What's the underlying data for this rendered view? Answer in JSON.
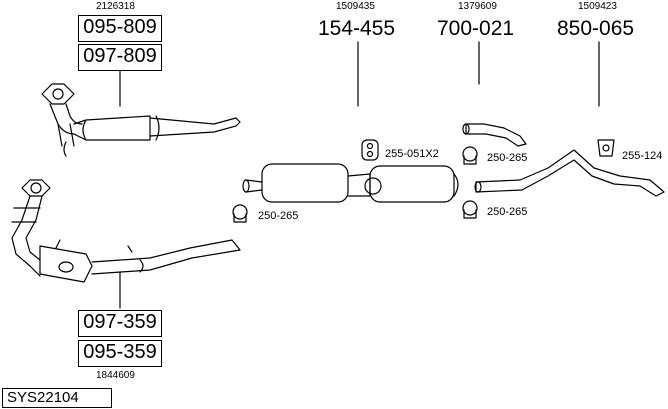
{
  "left_upper": {
    "ref_small": "2126318",
    "part1": "095-809",
    "part2": "097-809"
  },
  "left_lower": {
    "part1": "097-359",
    "part2": "095-359",
    "ref_small": "1844609"
  },
  "center": {
    "ref_small": "1509435",
    "part": "154-455",
    "clamp_left": "250-265",
    "hanger": "255-051X2"
  },
  "mid_right": {
    "ref_small": "1379609",
    "part": "700-021",
    "clamp_top": "250-265",
    "clamp_bottom": "250-265"
  },
  "right": {
    "ref_small": "1509423",
    "part": "850-065",
    "hanger": "255-124"
  },
  "system_code": "SYS22104"
}
